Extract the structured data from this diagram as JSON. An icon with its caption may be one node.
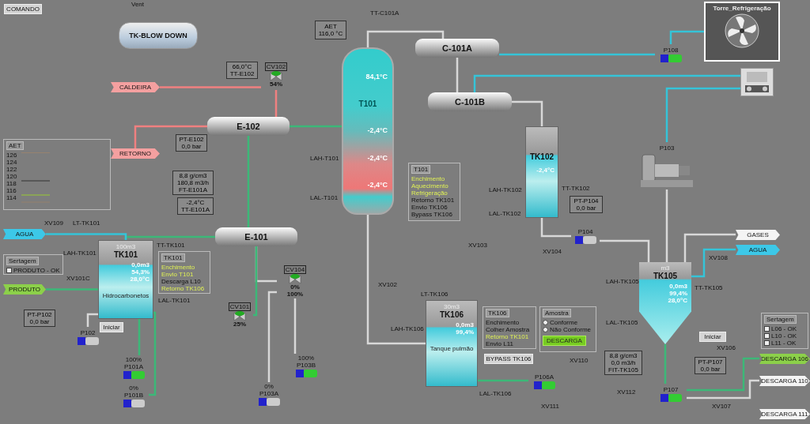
{
  "diagram": {
    "nodes": [
      {
        "text": [
          "TK-BLOW DOWN"
        ]
      },
      {
        "text": [
          "CALDEIRA"
        ]
      },
      {
        "text": [
          "RETORNO"
        ]
      },
      {
        "text": [
          "E-102"
        ]
      },
      {
        "text": [
          "84,1°C",
          "T101",
          "-2,4°C",
          "-2,4°C",
          "-2,4°C"
        ]
      },
      {
        "text": [
          "C-101A"
        ]
      },
      {
        "text": [
          "C-101B"
        ]
      },
      {
        "text": [
          "Torre_Refrigeração"
        ]
      },
      {
        "text": [],
        "shape": "picture"
      },
      {
        "text": [
          "P108"
        ]
      },
      {
        "text": [
          "TK102",
          "-2,4°C"
        ]
      },
      {
        "text": [
          "P103"
        ]
      },
      {
        "text": [
          "E-101"
        ]
      },
      {
        "text": [
          "100m3",
          "TK101",
          "0,0m3",
          "54,3%",
          "28,0°C",
          "Hidrocarbonetos"
        ]
      },
      {
        "text": [
          "AGUA"
        ]
      },
      {
        "text": [
          "PRODUTO"
        ]
      },
      {
        "text": [
          "30m3",
          "TK106",
          "0,0m3",
          "99,4%",
          "Tanque pulmão"
        ]
      },
      {
        "text": [
          "m3",
          "TK105",
          "0,0m3",
          "99,4%",
          "28,0°C"
        ]
      },
      {
        "text": [
          "GASES"
        ]
      },
      {
        "text": [
          "AGUA"
        ]
      },
      {
        "text": [
          "DESCARGA 106"
        ]
      },
      {
        "text": [
          "DESCARGA 110"
        ]
      },
      {
        "text": [
          "DESCARGA 111"
        ]
      },
      {
        "text": [
          "P102"
        ]
      },
      {
        "text": [
          "100%",
          "P101A"
        ]
      },
      {
        "text": [
          "0%",
          "P101B"
        ]
      },
      {
        "text": [
          "100%",
          "P103B"
        ]
      },
      {
        "text": [
          "0%",
          "P103A"
        ]
      },
      {
        "text": [
          "P104"
        ]
      },
      {
        "text": [
          "P106A"
        ]
      },
      {
        "text": [
          "P107"
        ]
      },
      {
        "text": [
          "CV102"
        ],
        "beside": [
          "54%"
        ]
      },
      {
        "text": [
          "CV104"
        ],
        "beside": [
          "0%",
          "100%"
        ]
      },
      {
        "text": [
          "CV101",
          "25%"
        ]
      },
      {
        "text": [
          "T101",
          "Enchimento",
          "Aquecimento",
          "Refrigeração",
          "Retorno TK101",
          "Envio TK106",
          "Bypass TK106"
        ]
      },
      {
        "text": [
          "TK101",
          "Enchimento",
          "Envio T101",
          "Descarga L10",
          "Retorno TK106"
        ]
      },
      {
        "text": [
          "TK106",
          "Enchimento",
          "Colher Amostra",
          "Retorno TK101",
          "Envio L11"
        ]
      },
      {
        "text": [
          "Amostra",
          "Conforme",
          "Não Conforme",
          "DESCARGA"
        ]
      },
      {
        "text": [
          "Sertagem",
          "PRODUTO - OK"
        ]
      },
      {
        "text": [
          "Sertagem",
          "L06 - OK",
          "L10 - OK",
          "L11 - OK"
        ]
      },
      {
        "text": [
          "AET",
          "126",
          "124",
          "122",
          "120",
          "118",
          "116",
          "114"
        ]
      },
      {
        "text": [
          "AET",
          "116,0 °C"
        ]
      },
      {
        "text": [
          "66,0°C",
          "TT-E102"
        ]
      },
      {
        "text": [
          "PT-E102",
          "0,0 bar"
        ]
      },
      {
        "text": [
          "8,8 g/cm3",
          "180,8 m3/h",
          "FT-E101A"
        ]
      },
      {
        "text": [
          "-2,4°C",
          "TT-E101A"
        ]
      },
      {
        "text": [
          "PT-P102",
          "0,0 bar"
        ]
      },
      {
        "text": [
          "PT-P104",
          "0,0 bar"
        ]
      },
      {
        "text": [
          "PT-P107",
          "0,0 bar"
        ]
      },
      {
        "text": [
          "8,8 g/cm3",
          "0,0 m3/h",
          "FIT-TK105"
        ]
      }
    ],
    "edges": [
      {
        "from": 1,
        "to": 31,
        "arrow": "none",
        "color": "#f08080"
      },
      {
        "from": 31,
        "to": 3,
        "arrow": "none",
        "color": "#f08080"
      },
      {
        "from": 3,
        "to": 2,
        "arrow": "none",
        "color": "#f08080"
      },
      {
        "from": 3,
        "to": 4,
        "arrow": "none",
        "color": "#3cb878"
      },
      {
        "from": 3,
        "to": 12,
        "arrow": "none",
        "color": "#3cb878"
      },
      {
        "from": 12,
        "to": 13,
        "arrow": "none",
        "color": "#3cb878"
      },
      {
        "from": 4,
        "to": 5,
        "arrow": "none"
      },
      {
        "from": 5,
        "to": 6,
        "arrow": "none"
      },
      {
        "from": 6,
        "to": 10,
        "arrow": "none"
      },
      {
        "from": 7,
        "to": 9,
        "arrow": "none",
        "color": "#35c4d8"
      },
      {
        "from": 9,
        "to": 5,
        "arrow": "none",
        "color": "#35c4d8"
      },
      {
        "from": 8,
        "to": 6,
        "arrow": "none",
        "color": "#35c4d8"
      },
      {
        "from": 8,
        "to": 11,
        "arrow": "none",
        "color": "#35c4d8"
      },
      {
        "from": 10,
        "to": 28,
        "arrow": "none"
      },
      {
        "from": 28,
        "to": 17,
        "arrow": "none"
      },
      {
        "from": 17,
        "to": 18,
        "arrow": "none"
      },
      {
        "from": 19,
        "to": 17,
        "arrow": "none",
        "color": "#35c4d8"
      },
      {
        "from": 17,
        "to": 30,
        "arrow": "none",
        "color": "#3cb878"
      },
      {
        "from": 30,
        "to": 20,
        "arrow": "none",
        "color": "#3cb878"
      },
      {
        "from": 30,
        "to": 21,
        "arrow": "none"
      },
      {
        "from": 16,
        "to": 29,
        "arrow": "none",
        "color": "#3cb878"
      },
      {
        "from": 4,
        "to": 16,
        "arrow": "none"
      },
      {
        "from": 14,
        "to": 13,
        "arrow": "none",
        "color": "#35c4d8"
      },
      {
        "from": 15,
        "to": 13,
        "arrow": "none",
        "color": "#3cb878"
      },
      {
        "from": 13,
        "to": 23,
        "arrow": "none"
      },
      {
        "from": 13,
        "to": 24,
        "arrow": "none",
        "color": "#3cb878"
      },
      {
        "from": 13,
        "to": 25,
        "arrow": "none",
        "color": "#3cb878"
      },
      {
        "from": 12,
        "to": 32,
        "arrow": "none"
      },
      {
        "from": 32,
        "to": 26,
        "arrow": "none"
      },
      {
        "from": 32,
        "to": 27,
        "arrow": "none"
      },
      {
        "from": 12,
        "to": 33,
        "arrow": "none",
        "color": "#3cb878"
      },
      {
        "from": 11,
        "to": 17,
        "arrow": "none"
      }
    ],
    "labels": [
      "COMANDO",
      "Vent",
      "XV109",
      "LT-TK101",
      "TT-TK101",
      "LAH-TK101",
      "XV101C",
      "LAL-TK101",
      "Iniciar",
      "TT-C101A",
      "LAH-T101",
      "LAL-T101",
      "XV103",
      "XV104",
      "XV102",
      "LAH-TK102",
      "TT-TK102",
      "LAL-TK102",
      "XV108",
      "LAH-TK105",
      "TT-TK105",
      "LAL-TK105",
      "Iniciar",
      "LT-TK106",
      "LAH-TK106",
      "LAL-TK106",
      "BYPASS TK106",
      "XV110",
      "XV106",
      "XV107",
      "XV112",
      "XV111"
    ]
  }
}
